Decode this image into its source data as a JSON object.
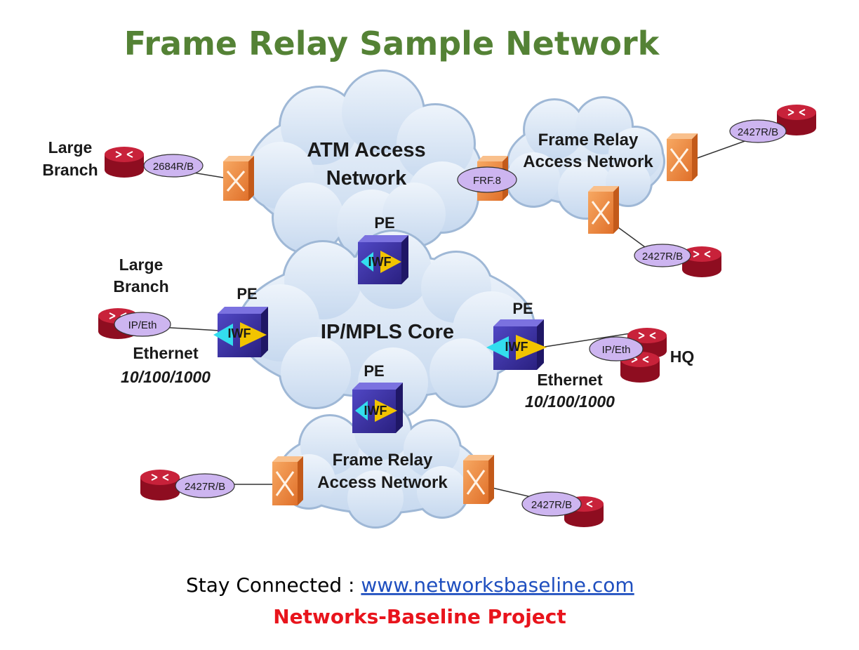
{
  "title": "Frame Relay Sample Network",
  "clouds": {
    "atm": [
      "ATM Access",
      "Network"
    ],
    "fr_top": [
      "Frame Relay",
      "Access Network"
    ],
    "core": "IP/MPLS Core",
    "fr_bottom": [
      "Frame Relay",
      "Access Network"
    ]
  },
  "sites": {
    "large_branch_top": [
      "Large",
      "Branch"
    ],
    "large_branch_left": [
      "Large",
      "Branch"
    ],
    "hq": "HQ"
  },
  "pe_label": "PE",
  "iwf_label": "IWF",
  "tags": {
    "r2684": "2684R/B",
    "frf8": "FRF.8",
    "r2427_top": "2427R/B",
    "r2427_right": "2427R/B",
    "ipeth_left": "IP/Eth",
    "ipeth_right": "IP/Eth",
    "r2427_bl": "2427R/B",
    "r2427_br": "2427R/B"
  },
  "ethernet": {
    "left": [
      "Ethernet",
      "10/100/1000"
    ],
    "right": [
      "Ethernet",
      "10/100/1000"
    ]
  },
  "footer": {
    "prefix": "Stay Connected : ",
    "link": "www.networksbaseline.com",
    "project": "Networks-Baseline Project"
  },
  "colors": {
    "title": "#548235",
    "cloud": "#d6e4f4",
    "cloud_edge": "#9fb8d6",
    "switch": "#f08a3c",
    "router": "#b3122a",
    "pe": "#3a2fa0",
    "tag": "#cdb5f0",
    "link": "#1f4fbf",
    "project": "#e8141c"
  }
}
